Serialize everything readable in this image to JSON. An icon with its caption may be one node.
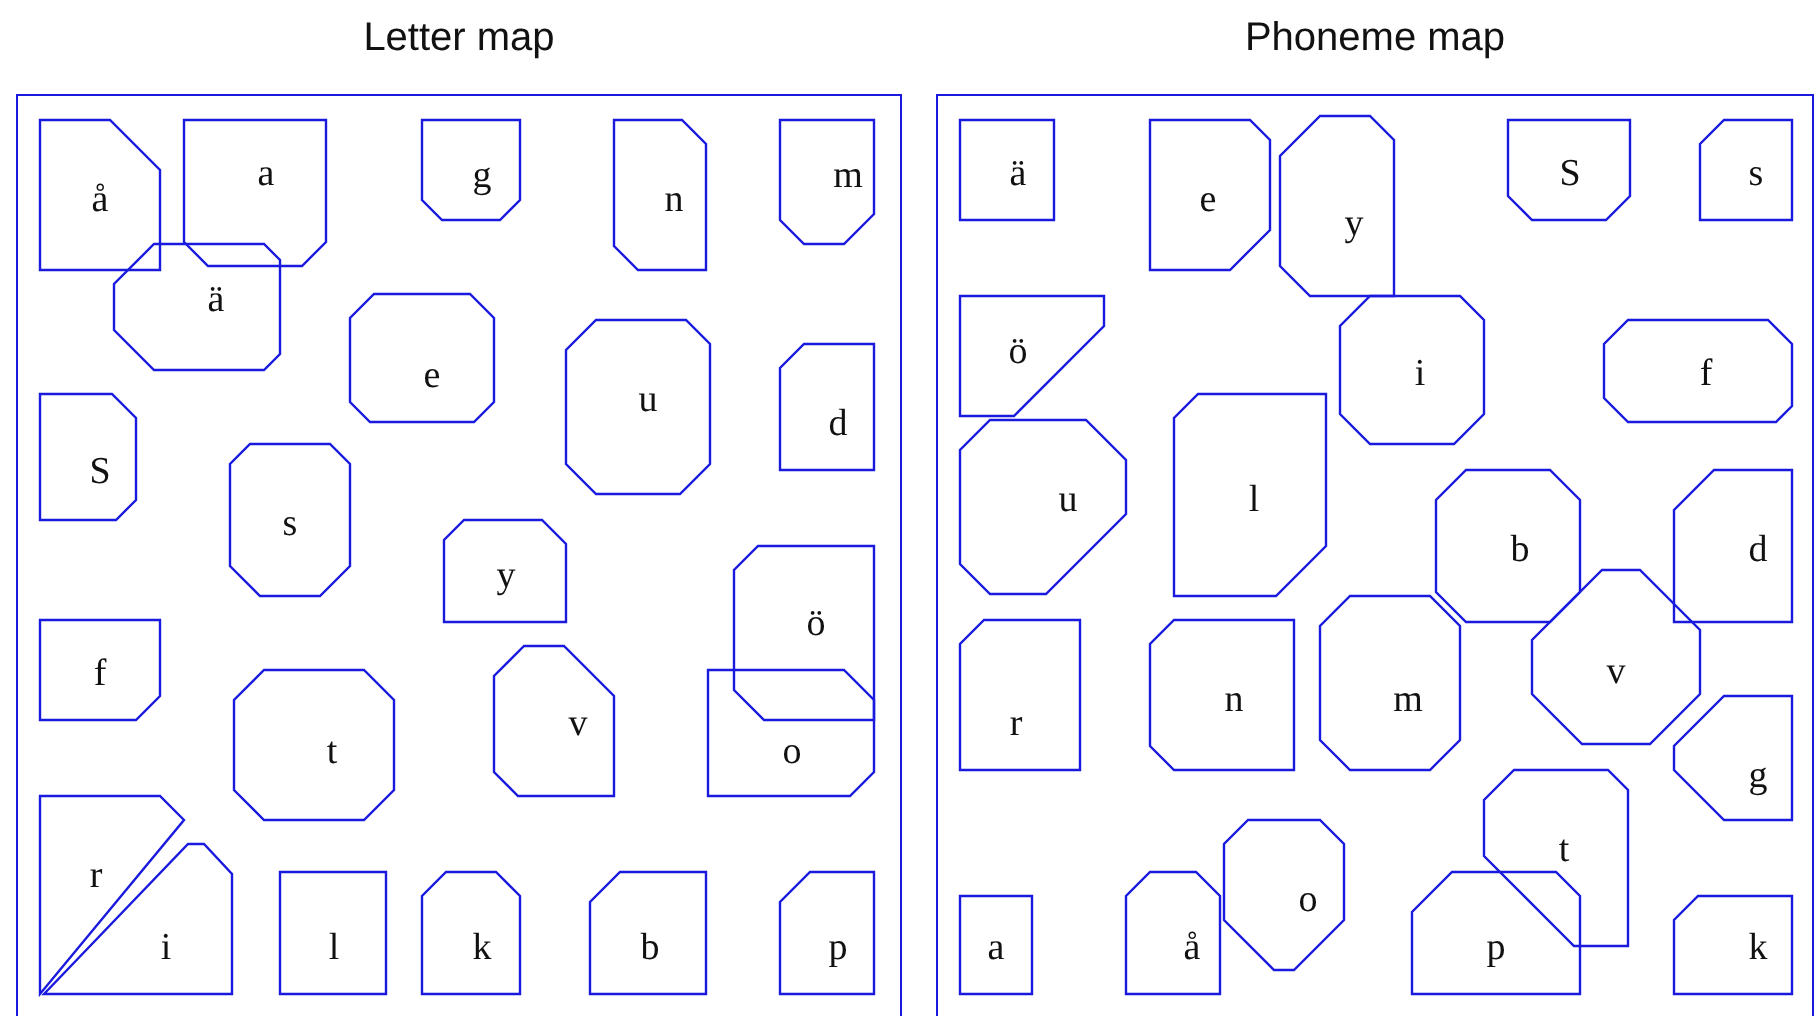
{
  "diagram": {
    "nodes": [
      {
        "text": [
          "Letter map"
        ]
      },
      {
        "text": [
          "å"
        ],
        "in": 0
      },
      {
        "text": [
          "a"
        ],
        "in": 0
      },
      {
        "text": [
          "ä"
        ],
        "in": 0
      },
      {
        "text": [
          "g"
        ],
        "in": 0
      },
      {
        "text": [
          "n"
        ],
        "in": 0
      },
      {
        "text": [
          "m"
        ],
        "in": 0
      },
      {
        "text": [
          "e"
        ],
        "in": 0
      },
      {
        "text": [
          "u"
        ],
        "in": 0
      },
      {
        "text": [
          "d"
        ],
        "in": 0
      },
      {
        "text": [
          "S"
        ],
        "in": 0
      },
      {
        "text": [
          "s"
        ],
        "in": 0
      },
      {
        "text": [
          "y"
        ],
        "in": 0
      },
      {
        "text": [
          "ö"
        ],
        "in": 0
      },
      {
        "text": [
          "f"
        ],
        "in": 0
      },
      {
        "text": [
          "t"
        ],
        "in": 0
      },
      {
        "text": [
          "v"
        ],
        "in": 0
      },
      {
        "text": [
          "o"
        ],
        "in": 0
      },
      {
        "text": [
          "r"
        ],
        "in": 0
      },
      {
        "text": [
          "i"
        ],
        "in": 0
      },
      {
        "text": [
          "l"
        ],
        "in": 0
      },
      {
        "text": [
          "k"
        ],
        "in": 0
      },
      {
        "text": [
          "b"
        ],
        "in": 0
      },
      {
        "text": [
          "p"
        ],
        "in": 0
      },
      {
        "text": [
          "Phoneme map"
        ]
      },
      {
        "text": [
          "ä"
        ],
        "in": 24
      },
      {
        "text": [
          "e"
        ],
        "in": 24
      },
      {
        "text": [
          "y"
        ],
        "in": 24
      },
      {
        "text": [
          "S"
        ],
        "in": 24
      },
      {
        "text": [
          "s"
        ],
        "in": 24
      },
      {
        "text": [
          "ö"
        ],
        "in": 24
      },
      {
        "text": [
          "i"
        ],
        "in": 24
      },
      {
        "text": [
          "f"
        ],
        "in": 24
      },
      {
        "text": [
          "u"
        ],
        "in": 24
      },
      {
        "text": [
          "l"
        ],
        "in": 24
      },
      {
        "text": [
          "b"
        ],
        "in": 24
      },
      {
        "text": [
          "d"
        ],
        "in": 24
      },
      {
        "text": [
          "r"
        ],
        "in": 24
      },
      {
        "text": [
          "n"
        ],
        "in": 24
      },
      {
        "text": [
          "m"
        ],
        "in": 24
      },
      {
        "text": [
          "v"
        ],
        "in": 24
      },
      {
        "text": [
          "g"
        ],
        "in": 24
      },
      {
        "text": [
          "t"
        ],
        "in": 24
      },
      {
        "text": [
          "o"
        ],
        "in": 24
      },
      {
        "text": [
          "a"
        ],
        "in": 24
      },
      {
        "text": [
          "å"
        ],
        "in": 24
      },
      {
        "text": [
          "p"
        ],
        "in": 24
      },
      {
        "text": [
          "k"
        ],
        "in": 24
      }
    ],
    "edges": []
  }
}
